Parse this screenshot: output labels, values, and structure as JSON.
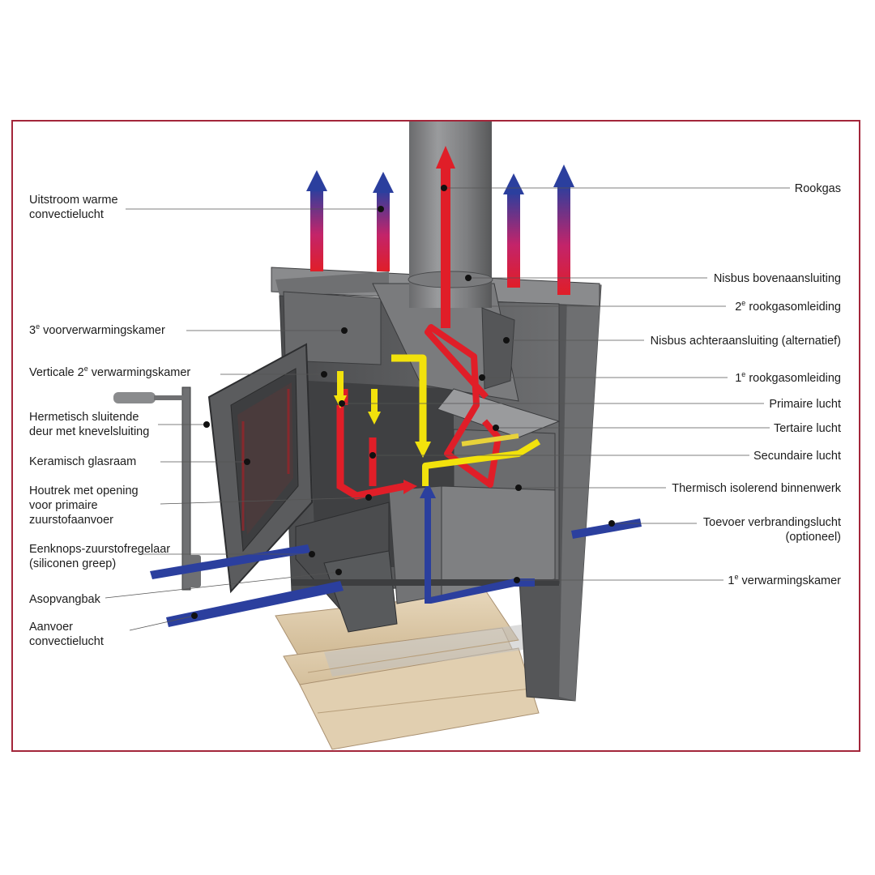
{
  "colors": {
    "frame": "#a3263a",
    "warm_air": "#e01e28",
    "cold_air": "#2b3f9e",
    "combustion_air": "#f2e20c",
    "steel": "#5f6062",
    "wood": "#ddc9a8"
  },
  "labels_left": {
    "uitstroom": [
      "Uitstroom warme",
      "convectielucht"
    ],
    "kamer3_pre": "3",
    "kamer3_sup": "e",
    "kamer3_post": " voorverwarmingskamer",
    "kamer2_pre": "Verticale 2",
    "kamer2_sup": "e",
    "kamer2_post": " verwarmingskamer",
    "deur": [
      "Hermetisch sluitende",
      "deur met knevelsluiting"
    ],
    "glasraam": "Keramisch glasraam",
    "houtrek": [
      "Houtrek met opening",
      "voor primaire",
      "zuurstofaanvoer"
    ],
    "regelaar": [
      "Eenknops-zuurstofregelaar",
      "(siliconen greep)"
    ],
    "asopvangbak": "Asopvangbak",
    "aanvoer": [
      "Aanvoer",
      "convectielucht"
    ]
  },
  "labels_right": {
    "rookgas": "Rookgas",
    "nisbus_boven": "Nisbus bovenaansluiting",
    "omleiding2_pre": "2",
    "omleiding2_sup": "e",
    "omleiding2_post": " rookgasomleiding",
    "nisbus_achter": "Nisbus achteraansluiting (alternatief)",
    "omleiding1_pre": "1",
    "omleiding1_sup": "e",
    "omleiding1_post": " rookgasomleiding",
    "primaire": "Primaire lucht",
    "tertaire": "Tertaire lucht",
    "secundaire": "Secundaire lucht",
    "binnenwerk": "Thermisch isolerend binnenwerk",
    "toevoer": [
      "Toevoer verbrandingslucht",
      "(optioneel)"
    ],
    "kamer1_pre": "1",
    "kamer1_sup": "e",
    "kamer1_post": " verwarmingskamer"
  }
}
